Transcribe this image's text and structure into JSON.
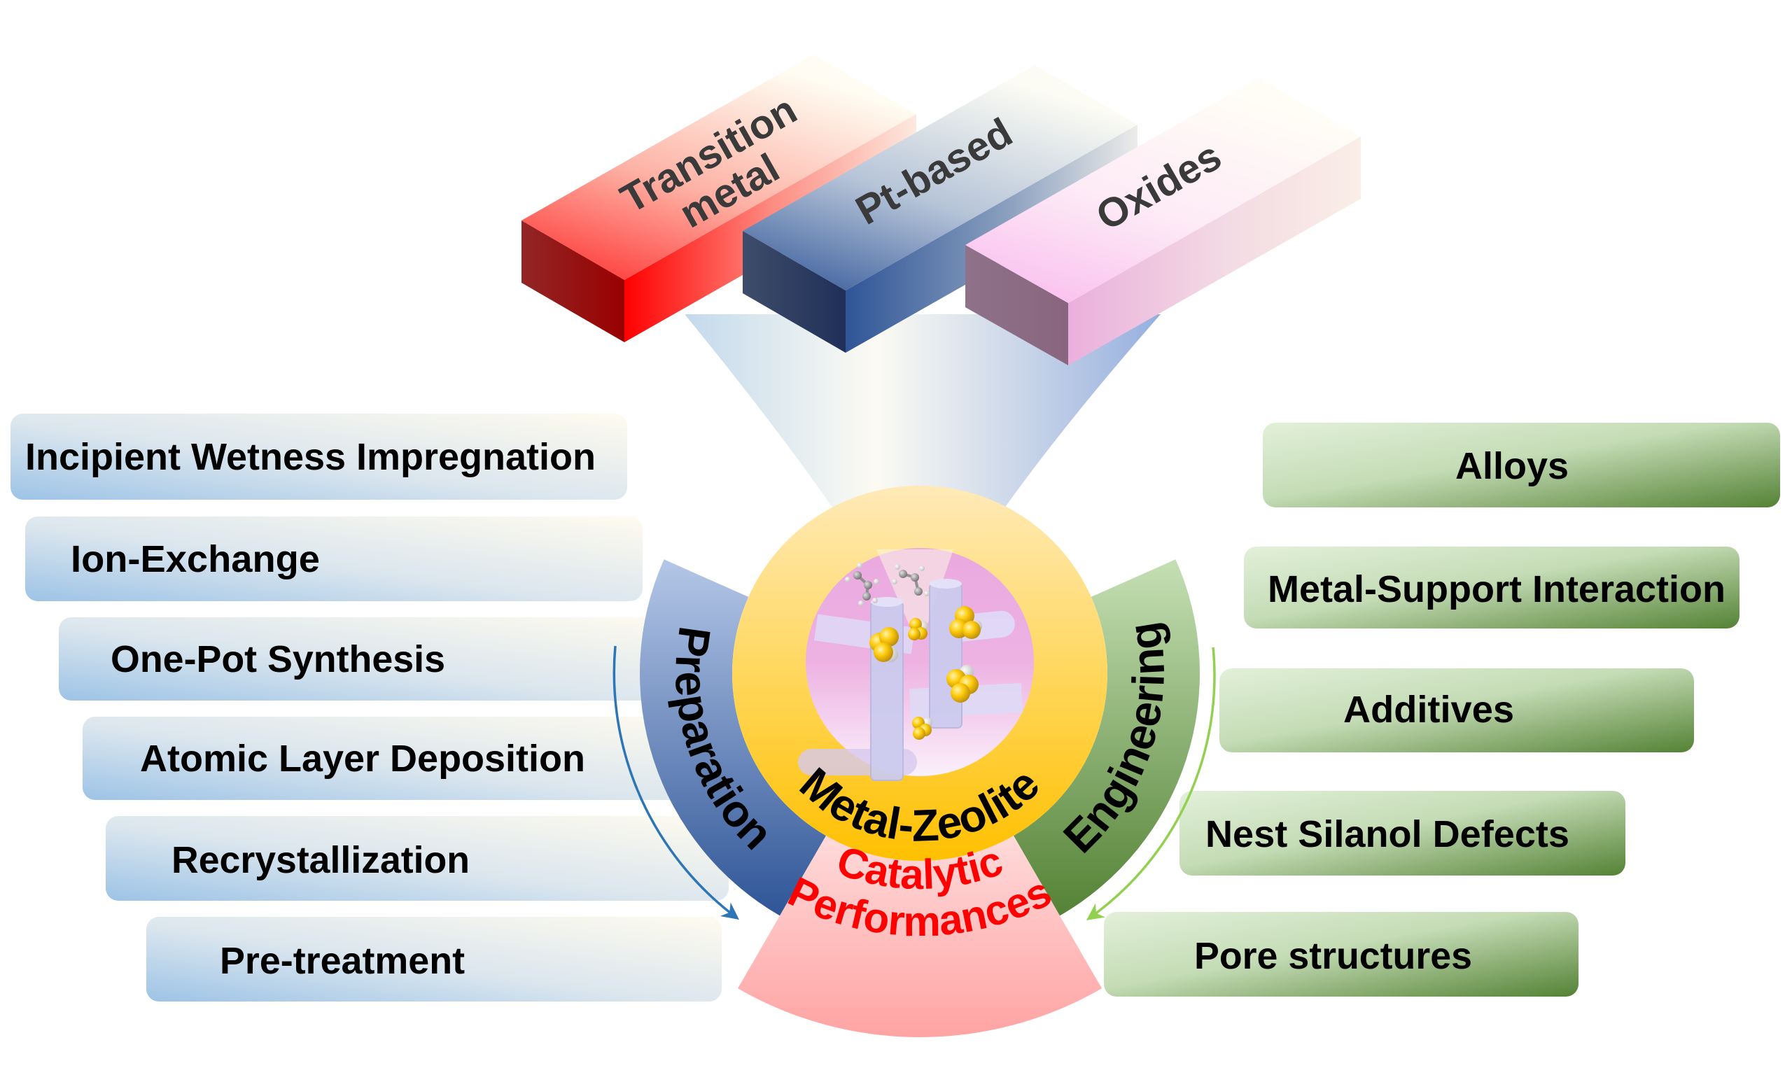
{
  "title": "Metal-Zeolite catalyst overview",
  "metal_types": [
    {
      "lines": [
        "Transition",
        "metal"
      ],
      "color": "#ff0000"
    },
    {
      "lines": [
        "Pt-based"
      ],
      "color": "#2f5597"
    },
    {
      "lines": [
        "Oxides"
      ],
      "color": "#f9b8ee"
    }
  ],
  "center": {
    "label": "Metal-Zeolite",
    "ring_color": "#ffc000",
    "core_color": "#eaa9e0"
  },
  "preparation": {
    "label": "Preparation",
    "color": "#2f5597",
    "methods": [
      "Incipient Wetness Impregnation",
      "Ion-Exchange",
      "One-Pot Synthesis",
      "Atomic Layer Deposition",
      "Recrystallization",
      "Pre-treatment"
    ]
  },
  "engineering": {
    "label": "Engineering",
    "color": "#548235",
    "strategies": [
      "Alloys",
      "Metal-Support Interaction",
      "Additives",
      "Nest Silanol Defects",
      "Pore structures"
    ]
  },
  "performance": {
    "lines": [
      "Catalytic",
      "Performances"
    ],
    "text_color": "#ff0000",
    "fill_color": "#ffa7a7"
  }
}
